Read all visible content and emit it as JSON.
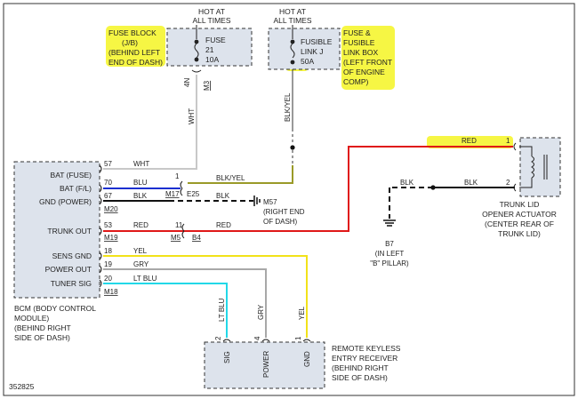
{
  "page": {
    "figure_number": "352825",
    "colors": {
      "wire_wht": "#c8c8c8",
      "wire_blu": "#1a2fd0",
      "wire_blk": "#111111",
      "wire_red": "#e01818",
      "wire_yel": "#f2e21a",
      "wire_gry": "#a8a8a8",
      "wire_ltblu": "#22d8e8",
      "wire_blkyel": "#9a9a28",
      "box_fill": "#dde3ec",
      "highlight": "#f5f53a"
    }
  },
  "fuse_block": {
    "hot_label_1": "HOT AT",
    "hot_label_2": "ALL TIMES",
    "fuse_lines": [
      "FUSE",
      "21",
      "10A"
    ],
    "caption_lines": [
      "FUSE BLOCK",
      "(J/B)",
      "(BEHIND LEFT",
      "END OF DASH)"
    ],
    "connector_pin": "4N",
    "connector_id": "M3",
    "wire_color": "WHT"
  },
  "fusible_link_box": {
    "hot_label_1": "HOT AT",
    "hot_label_2": "ALL TIMES",
    "link_lines": [
      "FUSIBLE",
      "LINK J",
      "50A"
    ],
    "caption_lines": [
      "FUSE &",
      "FUSIBLE",
      "LINK BOX",
      "(LEFT FRONT",
      "OF ENGINE",
      "COMP)"
    ],
    "wire_color": "BLK/YEL"
  },
  "bcm": {
    "caption_lines": [
      "BCM (BODY CONTROL",
      "MODULE)",
      "(BEHIND RIGHT",
      "SIDE OF DASH)"
    ],
    "pins": [
      {
        "label": "BAT (FUSE)",
        "pin": "57",
        "wire": "WHT"
      },
      {
        "label": "BAT (F/L)",
        "pin": "70",
        "wire": "BLU"
      },
      {
        "label": "GND (POWER)",
        "pin": "67",
        "wire": "BLK"
      },
      {
        "label": "TRUNK OUT",
        "pin": "53",
        "wire": "RED"
      },
      {
        "label": "SENS GND",
        "pin": "18",
        "wire": "YEL"
      },
      {
        "label": "POWER OUT",
        "pin": "19",
        "wire": "GRY"
      },
      {
        "label": "TUNER SIG",
        "pin": "20",
        "wire": "LT BLU"
      }
    ],
    "connectors": [
      "M20",
      "M19",
      "M18"
    ]
  },
  "junctions": {
    "m17_pin": "1",
    "m17_id": "M17",
    "e25_id": "E25",
    "blk_yel_label": "BLK/YEL",
    "blk_label": "BLK",
    "red_label": "RED",
    "m5_pin": "11",
    "m5_id": "M5",
    "b4_id": "B4"
  },
  "ground_m57": {
    "id": "M57",
    "caption_lines": [
      "(RIGHT END",
      "OF DASH)"
    ]
  },
  "ground_b7": {
    "id": "B7",
    "caption_lines": [
      "(IN LEFT",
      "\"B\" PILLAR)"
    ]
  },
  "trunk_actuator": {
    "pin1": "1",
    "pin2": "2",
    "red_label": "RED",
    "blk_label_a": "BLK",
    "blk_label_b": "BLK",
    "caption_lines": [
      "TRUNK LID",
      "OPENER ACTUATOR",
      "(CENTER REAR OF",
      "TRUNK LID)"
    ]
  },
  "keyless_receiver": {
    "pins": [
      {
        "pin": "2",
        "wire": "LT BLU",
        "label": "SIG"
      },
      {
        "pin": "4",
        "wire": "GRY",
        "label": "POWER"
      },
      {
        "pin": "1",
        "wire": "YEL",
        "label": "GND"
      }
    ],
    "caption_lines": [
      "REMOTE KEYLESS",
      "ENTRY RECEIVER",
      "(BEHIND RIGHT",
      "SIDE OF DASH)"
    ]
  }
}
